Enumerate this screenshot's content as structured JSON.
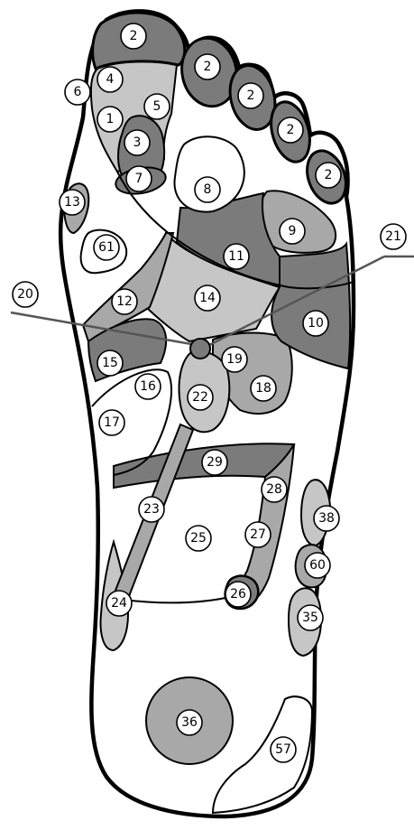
{
  "colors": {
    "dark": "#7b7b7b",
    "medium": "#a8a8a8",
    "light": "#c6c6c6",
    "white": "#ffffff",
    "outline": "#000000"
  },
  "zones": {
    "toe_big": "2",
    "toe_2": "2",
    "toe_3": "2",
    "toe_4": "2",
    "toe_5": "2",
    "z1": "1",
    "z3": "3",
    "z4": "4",
    "z5": "5",
    "z6": "6",
    "z7": "7",
    "z8": "8",
    "z9": "9",
    "z10": "10",
    "z11": "11",
    "z12": "12",
    "z13": "13",
    "z14": "14",
    "z15": "15",
    "z16": "16",
    "z17": "17",
    "z18": "18",
    "z19": "19",
    "z20": "20",
    "z21": "21",
    "z22": "22",
    "z23": "23",
    "z24": "24",
    "z25": "25",
    "z26": "26",
    "z27": "27",
    "z28": "28",
    "z29": "29",
    "z35": "35",
    "z36": "36",
    "z38": "38",
    "z57": "57",
    "z60": "60",
    "z61": "61"
  }
}
